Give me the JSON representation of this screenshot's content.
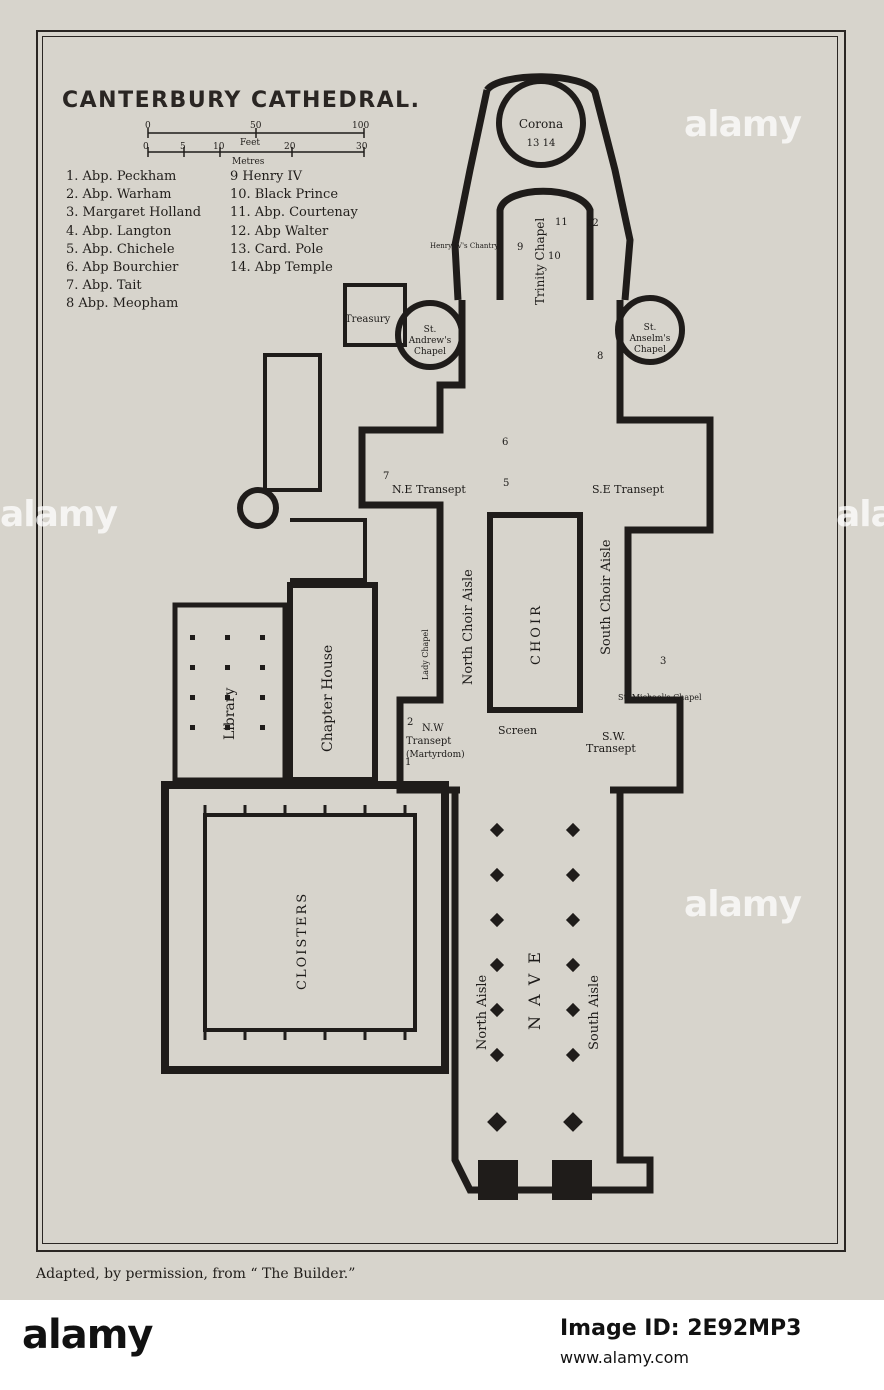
{
  "title": "CANTERBURY CATHEDRAL.",
  "scale": {
    "feet_ticks": [
      "0",
      "50",
      "100"
    ],
    "feet_label": "Feet",
    "metres_ticks": [
      "0",
      "5",
      "10",
      "20",
      "30"
    ],
    "metres_label": "Metres"
  },
  "legend_left": [
    "1. Abp. Peckham",
    "2. Abp. Warham",
    "3. Margaret Holland",
    "4. Abp. Langton",
    "5. Abp. Chichele",
    "6. Abp Bourchier",
    "7. Abp. Tait",
    "8 Abp. Meopham"
  ],
  "legend_right": [
    "9 Henry IV",
    "10. Black Prince",
    "11. Abp. Courtenay",
    "12. Abp Walter",
    "13. Card. Pole",
    "14. Abp Temple"
  ],
  "map_labels": {
    "corona": "Corona",
    "corona_numbers": "13 14",
    "trinity_chapel": "Trinity Chapel",
    "henry_iv_chantry": "Henry IV's Chantry",
    "treasury": "Treasury",
    "st_andrews_1": "St.",
    "st_andrews_2": "Andrew's",
    "st_andrews_3": "Chapel",
    "st_anselms_1": "St.",
    "st_anselms_2": "Anselm's",
    "st_anselms_3": "Chapel",
    "ne_transept": "N.E Transept",
    "se_transept": "S.E Transept",
    "north_choir_aisle": "North Choir Aisle",
    "south_choir_aisle": "South Choir Aisle",
    "choir": "CHOIR",
    "library": "Library",
    "chapter_house": "Chapter House",
    "lady_chapel": "Lady Chapel",
    "st_michaels_chapel": "St. Michael's Chapel",
    "nw_transept_1": "N.W",
    "nw_transept_2": "Transept",
    "martyrdom": "(Martyrdom)",
    "screen": "Screen",
    "sw_transept_1": "S.W.",
    "sw_transept_2": "Transept",
    "cloisters": "CLOISTERS",
    "nave": "NAVE",
    "north_aisle": "North Aisle",
    "south_aisle": "South Aisle",
    "num_1": "1",
    "num_2": "2",
    "num_3": "3",
    "num_5": "5",
    "num_6": "6",
    "num_7": "7",
    "num_8": "8",
    "num_9": "9",
    "num_10": "10",
    "num_11": "11",
    "num_12": "12"
  },
  "caption": "Adapted, by permission, from “ The Builder.”",
  "watermarks": [
    "alamy",
    "alamy",
    "alamy",
    "alamy"
  ],
  "stock": {
    "logo": "alamy",
    "image_id": "Image ID: 2E92MP3",
    "url": "www.alamy.com"
  },
  "colors": {
    "paper": "#d7d4cc",
    "ink": "#1d1b19",
    "footer": "#ffffff"
  }
}
